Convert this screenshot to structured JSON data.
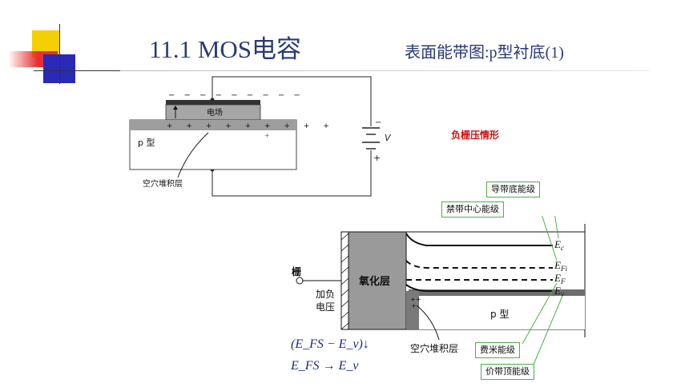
{
  "slide": {
    "title": "11.1 MOS电容",
    "subtitle": "表面能带图:p型衬底(1)",
    "condition_label": "负栅压情形"
  },
  "top_diagram": {
    "field_label": "电场",
    "substrate_label": "p 型",
    "depletion_label": "空穴堆积层",
    "battery_label": "V",
    "battery_minus": "−",
    "battery_plus": "+"
  },
  "band_diagram": {
    "gate_label": "栅",
    "bias_label_1": "加负",
    "bias_label_2": "电压",
    "oxide_label": "氧化层",
    "substrate_label": "p 型",
    "accumulation_label": "空穴堆积层",
    "levels": {
      "ec": "E",
      "ec_sub": "c",
      "efi": "E",
      "efi_sub": "Fi",
      "ef": "E",
      "ef_sub": "F",
      "ev": "E",
      "ev_sub": "v"
    }
  },
  "callouts": {
    "conduction": "导带底能级",
    "midgap": "禁带中心能级",
    "fermi": "费米能级",
    "valence": "价带顶能级"
  },
  "formula": {
    "line1": "(E_FS − E_v)↓",
    "line2": "E_FS → E_v"
  },
  "colors": {
    "title": "#2a3a78",
    "condition": "#d01010",
    "callout_border": "#4caf4c",
    "deco_yellow": "#f5d000",
    "deco_red": "#e63030",
    "deco_blue": "#2a2ab8"
  }
}
